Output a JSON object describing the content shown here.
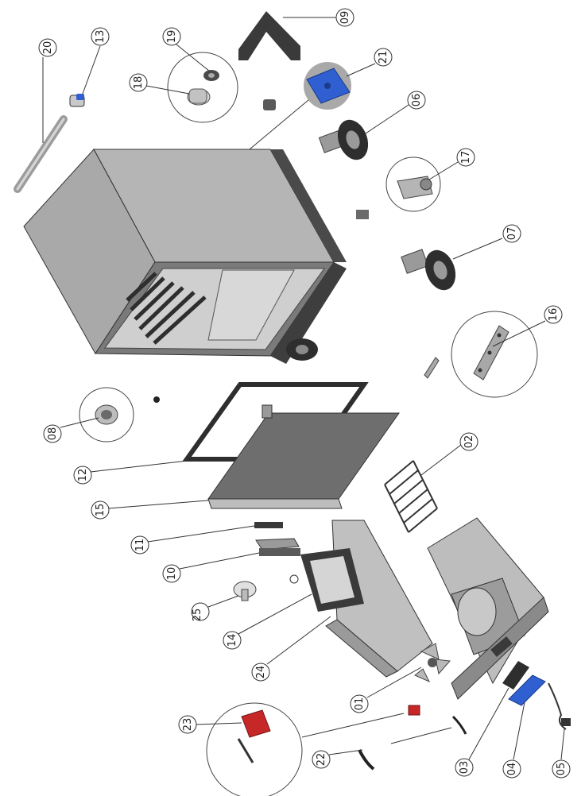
{
  "diagram": {
    "callouts": [
      {
        "id": "09",
        "label": "09"
      },
      {
        "id": "19",
        "label": "19"
      },
      {
        "id": "20",
        "label": "20"
      },
      {
        "id": "13",
        "label": "13"
      },
      {
        "id": "18",
        "label": "18"
      },
      {
        "id": "21",
        "label": "21"
      },
      {
        "id": "06",
        "label": "06"
      },
      {
        "id": "17",
        "label": "17"
      },
      {
        "id": "07",
        "label": "07"
      },
      {
        "id": "16",
        "label": "16"
      },
      {
        "id": "08",
        "label": "08"
      },
      {
        "id": "12",
        "label": "12"
      },
      {
        "id": "15",
        "label": "15"
      },
      {
        "id": "02",
        "label": "02"
      },
      {
        "id": "11",
        "label": "11"
      },
      {
        "id": "10",
        "label": "10"
      },
      {
        "id": "25",
        "label": "25"
      },
      {
        "id": "14",
        "label": "14"
      },
      {
        "id": "24",
        "label": "24"
      },
      {
        "id": "01",
        "label": "01"
      },
      {
        "id": "23",
        "label": "23"
      },
      {
        "id": "22",
        "label": "22"
      },
      {
        "id": "03",
        "label": "03"
      },
      {
        "id": "04",
        "label": "04"
      },
      {
        "id": "05",
        "label": "05"
      }
    ],
    "colors": {
      "panel": "#b8b8b8",
      "panel_dark": "#8f8f8f",
      "dark": "#3a3a3a",
      "blue": "#2f5fd0",
      "red": "#c62828",
      "line": "#333333"
    }
  }
}
